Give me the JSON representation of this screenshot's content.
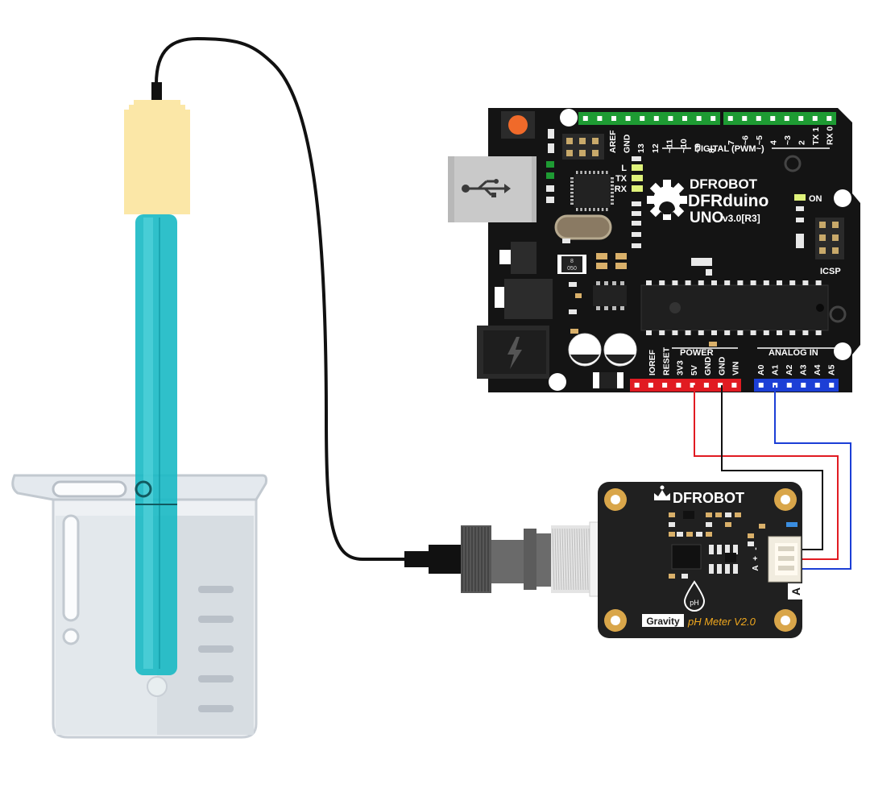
{
  "board": {
    "brand": "DFROBOT",
    "model": "DFRduino",
    "uno": "UNO",
    "version": "v3.0[R3]",
    "digital_label": "DIGITAL (PWM~)",
    "power_label": "POWER",
    "analog_label": "ANALOG IN",
    "on_label": "ON",
    "icsp_label": "ICSP",
    "led_labels": [
      "L",
      "TX",
      "RX"
    ],
    "digital_pins_left": [
      "AREF",
      "GND",
      "13",
      "12",
      "~11",
      "~10",
      "~9",
      "8"
    ],
    "digital_pins_right": [
      "7",
      "~6",
      "~5",
      "4",
      "~3",
      "2",
      "TX 1",
      "RX 0"
    ],
    "power_pins": [
      "IOREF",
      "RESET",
      "3V3",
      "5V",
      "GND",
      "GND",
      "VIN"
    ],
    "analog_pins": [
      "A0",
      "A1",
      "A2",
      "A3",
      "A4",
      "A5"
    ],
    "chip_small": "8\n050",
    "colors": {
      "pcb": "#141414",
      "digital_header": "#1e9b33",
      "power_header": "#e11b22",
      "analog_header": "#1c3fd6"
    }
  },
  "sensor": {
    "brand": "DFROBOT",
    "gravity_label": "Gravity",
    "name": "pH Meter V2.0",
    "ph_symbol": "pH",
    "port_letter": "A",
    "pin_signs": [
      "A",
      "+",
      "-"
    ],
    "colors": {
      "pcb": "#202020",
      "pad": "#d9a64a",
      "name_text": "#f0a81e"
    }
  },
  "wires": [
    {
      "from": "5V",
      "to": "+",
      "color": "#e11b22"
    },
    {
      "from": "GND",
      "to": "-",
      "color": "#111111"
    },
    {
      "from": "A1",
      "to": "A",
      "color": "#1c3fd6"
    }
  ],
  "probe": {
    "cap_color": "#fbe7a7",
    "body_color": "#18b9c4"
  },
  "beaker": {
    "marks": 5
  }
}
